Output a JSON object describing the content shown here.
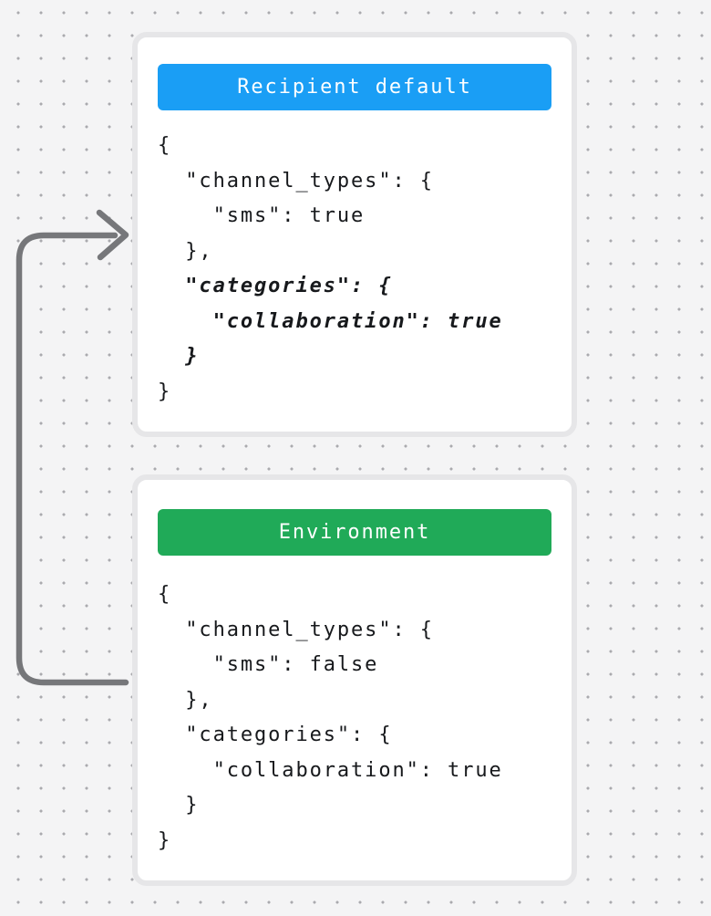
{
  "canvas": {
    "bg": "#f4f4f5",
    "dot_color": "#aaaaae"
  },
  "arrow": {
    "color": "#76777a"
  },
  "cards": [
    {
      "id": "recipient-default",
      "title": "Recipient default",
      "title_bg": "#1a9ef5",
      "title_color": "#ffffff",
      "lines": [
        {
          "text": "{"
        },
        {
          "text": "  \"channel_types\": {"
        },
        {
          "text": "    \"sms\": true"
        },
        {
          "text": "  },"
        },
        {
          "text": "  \"categories\": {",
          "em": true
        },
        {
          "text": "    \"collaboration\": true",
          "em": true
        },
        {
          "text": "  }",
          "em": true
        },
        {
          "text": "}"
        }
      ]
    },
    {
      "id": "environment",
      "title": "Environment",
      "title_bg": "#20aa58",
      "title_color": "#ffffff",
      "lines": [
        {
          "text": "{"
        },
        {
          "text": "  \"channel_types\": {"
        },
        {
          "text": "    \"sms\": false"
        },
        {
          "text": "  },"
        },
        {
          "text": "  \"categories\": {"
        },
        {
          "text": "    \"collaboration\": true"
        },
        {
          "text": "  }"
        },
        {
          "text": "}"
        }
      ]
    }
  ]
}
